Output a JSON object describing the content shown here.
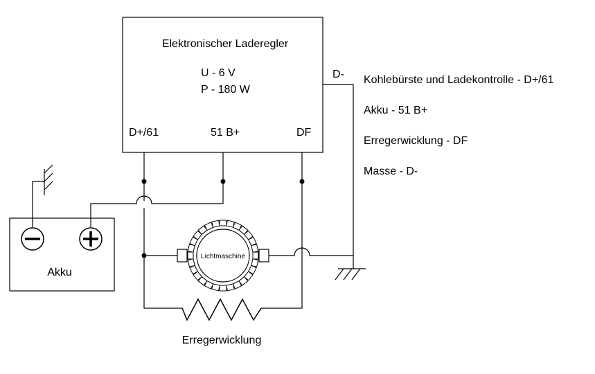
{
  "regulator": {
    "title": "Elektronischer Laderegler",
    "voltage": "U - 6 V",
    "power": "P - 180 W",
    "terminal_d_plus": "D+/61",
    "terminal_b_plus": "51 B+",
    "terminal_df": "DF",
    "terminal_d_minus": "D-"
  },
  "legend": [
    "Kohlebürste und Ladekontrolle - D+/61",
    "Akku - 51 B+",
    "Erregerwicklung - DF",
    "Masse - D-"
  ],
  "battery": {
    "label": "Akku",
    "minus_icon": "minus-circle-icon",
    "plus_icon": "plus-circle-icon"
  },
  "alternator": {
    "label": "Lichtmaschine"
  },
  "field_winding": {
    "label": "Erregerwicklung"
  },
  "colors": {
    "line": "#000000",
    "background": "#ffffff"
  }
}
